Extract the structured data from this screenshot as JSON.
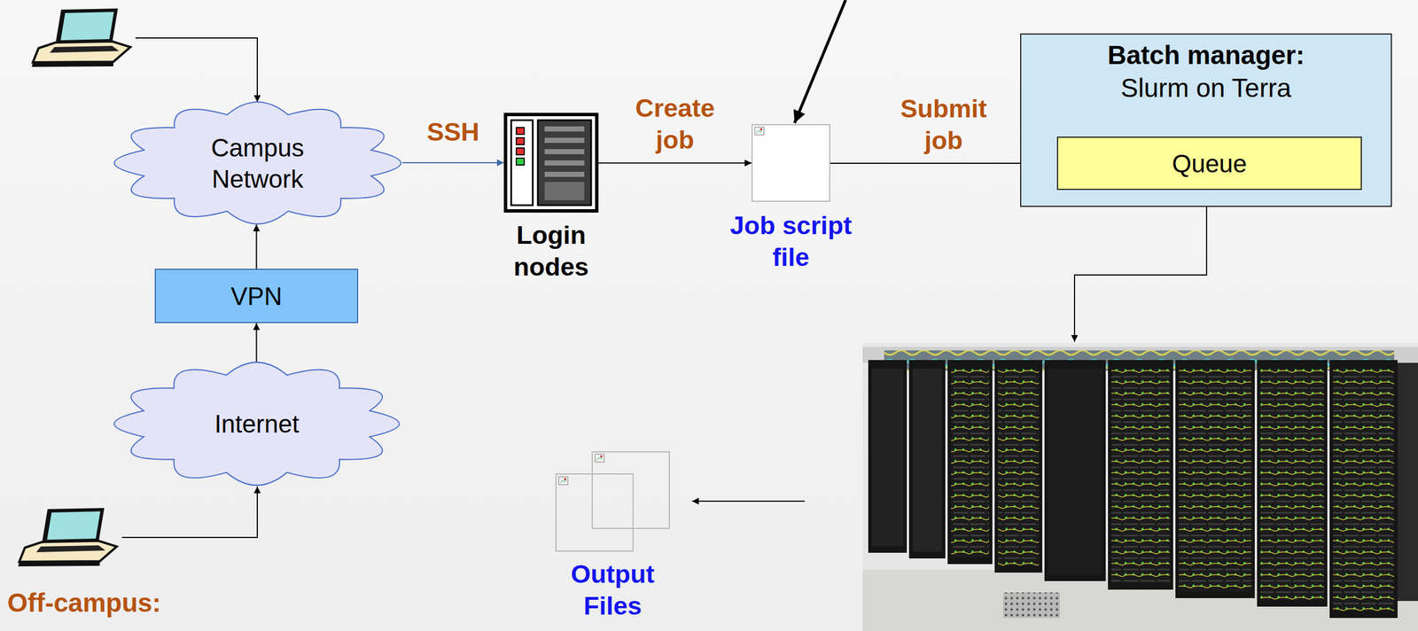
{
  "diagram": {
    "nodes": [
      {
        "text": [
          "Campus Network"
        ]
      },
      {
        "text": [
          "VPN"
        ]
      },
      {
        "text": [
          "Internet"
        ]
      },
      {
        "text": [
          "Login nodes"
        ]
      },
      {
        "text": [
          "Job script file"
        ]
      },
      {
        "text": [
          "Batch manager:",
          "Slurm on Terra"
        ]
      },
      {
        "text": [
          "Queue"
        ],
        "in": 5
      },
      {
        "text": [
          "Output Files"
        ]
      }
    ],
    "edges": [
      {
        "from": 2,
        "to": 1,
        "arrow": "to"
      },
      {
        "from": 1,
        "to": 0,
        "arrow": "to"
      },
      {
        "from": 0,
        "to": 3,
        "label": "SSH",
        "arrow": "to"
      },
      {
        "from": 3,
        "to": 4,
        "label": "Create job",
        "arrow": "to"
      },
      {
        "from": 4,
        "to": 6,
        "label": "Submit job",
        "arrow": "to"
      }
    ],
    "labels": [
      "Off-campus:"
    ]
  }
}
